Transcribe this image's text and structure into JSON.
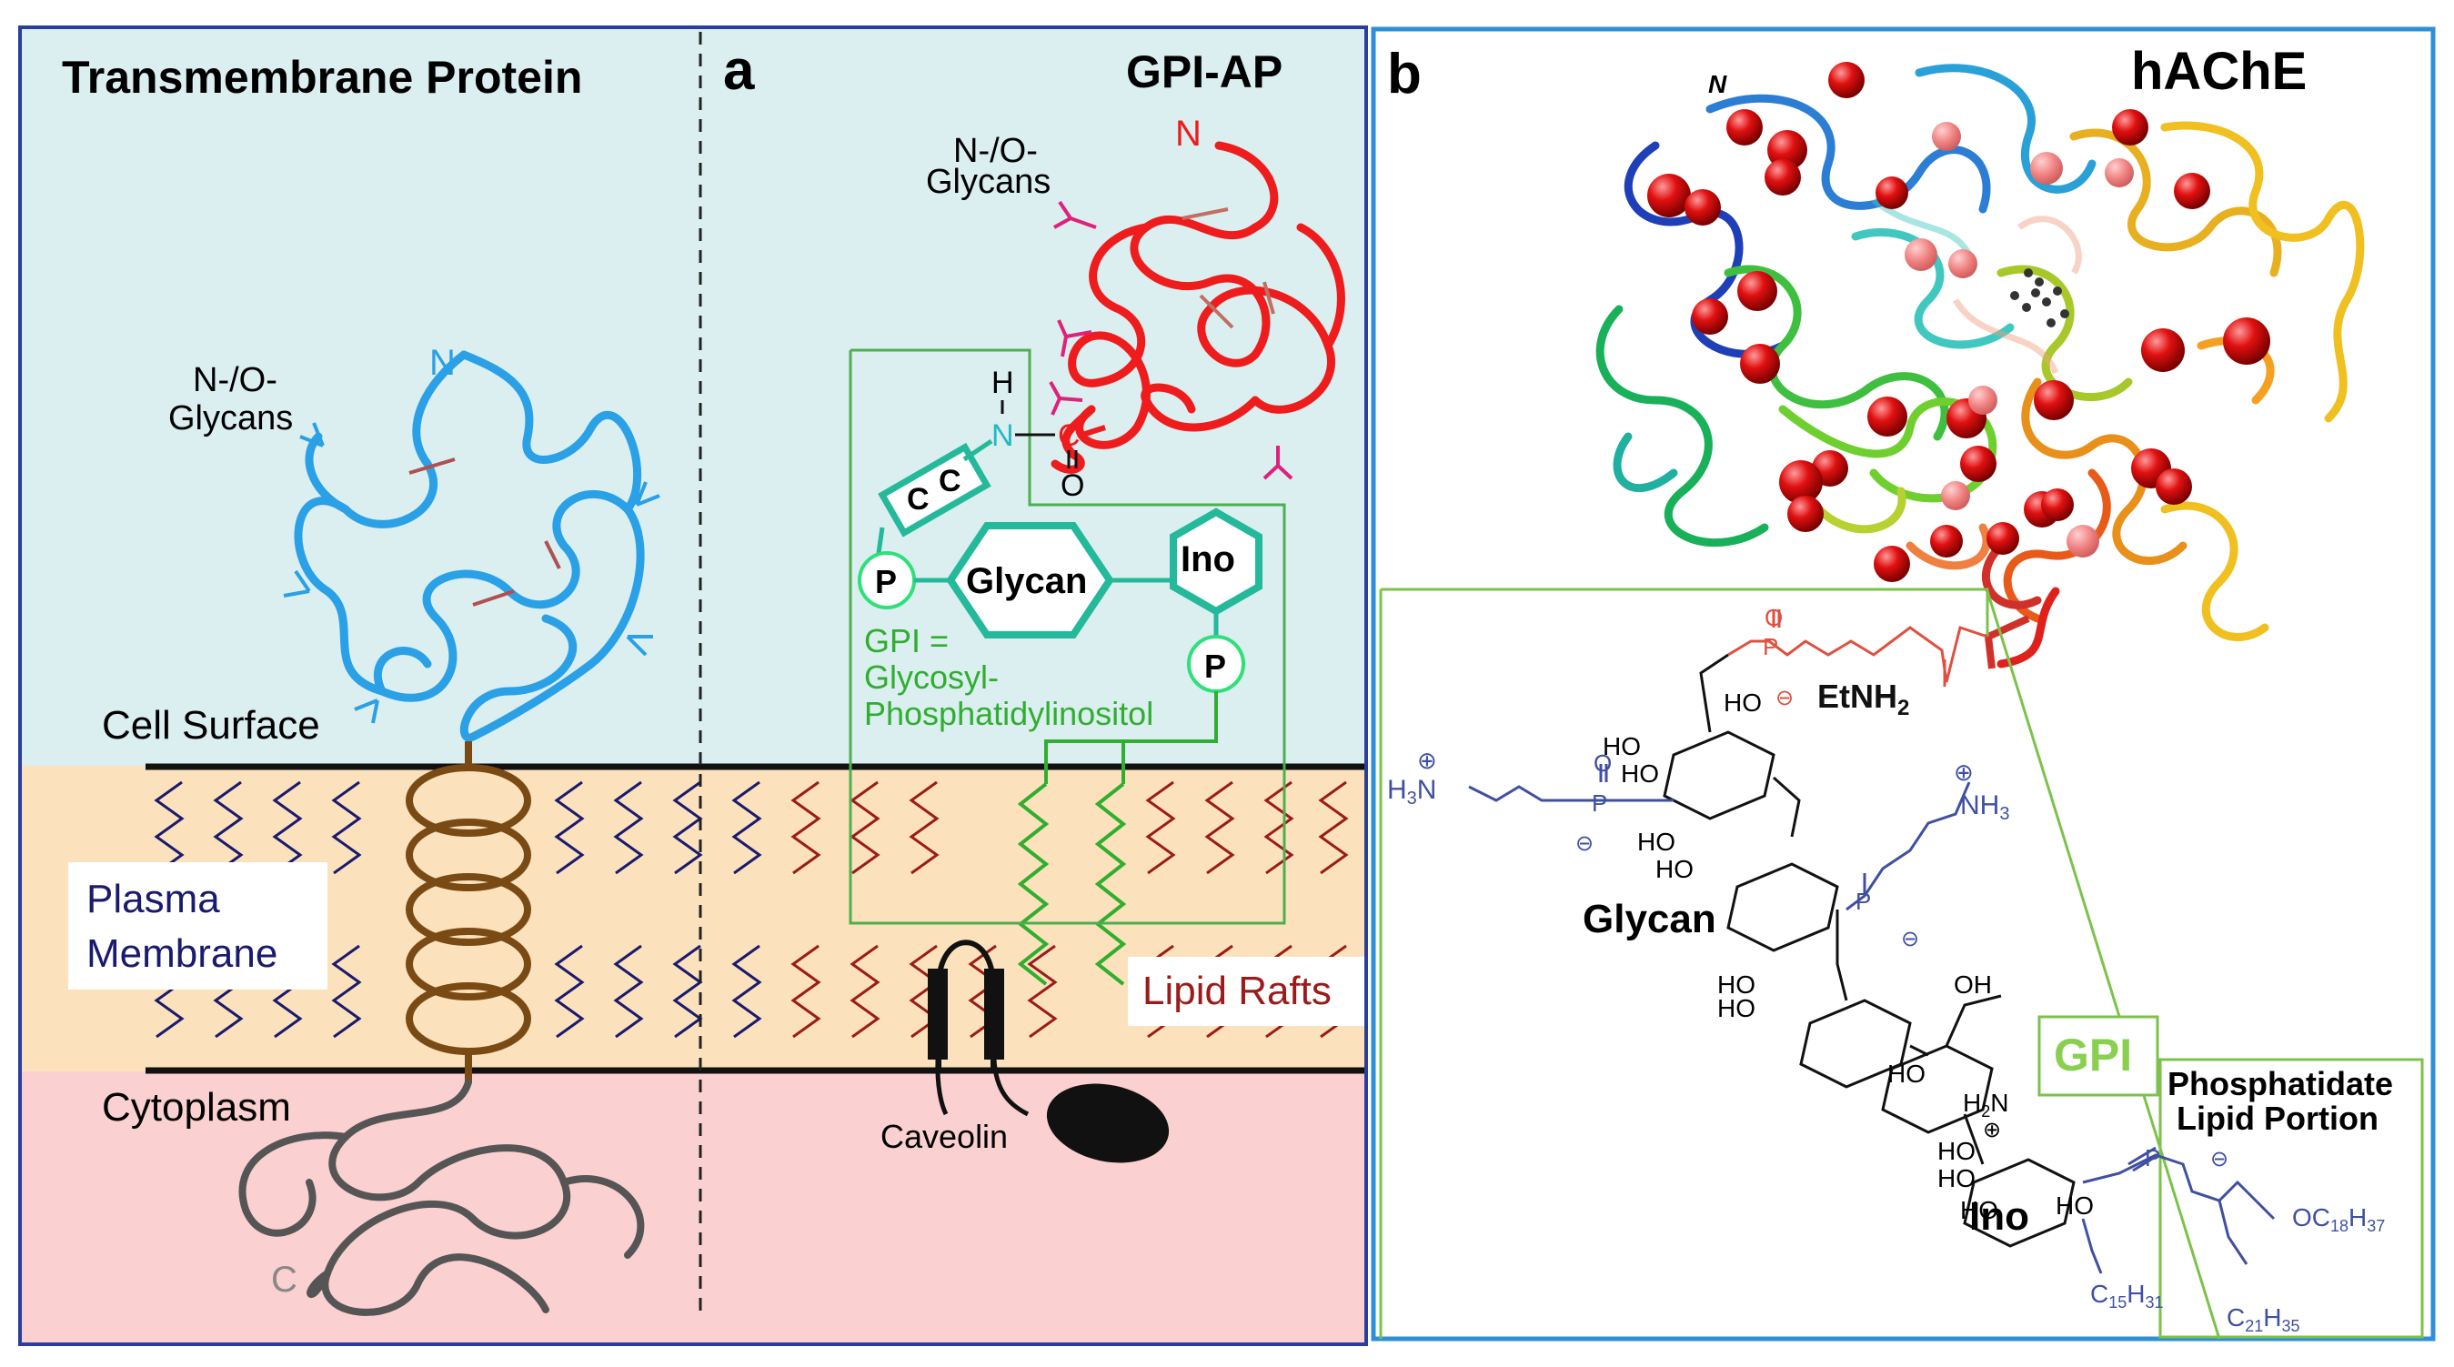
{
  "panel_a": {
    "panel_letter": "a",
    "transmembrane_title": "Transmembrane Protein",
    "gpiap_title": "GPI-AP",
    "glycans_label_1_line1": "N-/O-",
    "glycans_label_1_line2": "Glycans",
    "glycans_label_2_line1": "N-/O-",
    "glycans_label_2_line2": "Glycans",
    "n_terminus_tm": "N",
    "n_terminus_gpi": "N",
    "c_terminus": "C",
    "cell_surface": "Cell Surface",
    "plasma_line1": "Plasma",
    "plasma_line2": "Membrane",
    "cytoplasm": "Cytoplasm",
    "lipid_rafts": "Lipid Rafts",
    "caveolin": "Caveolin",
    "amide_h": "H",
    "amide_n": "N",
    "amide_c": "C",
    "amide_o": "O",
    "ethanolamine_c1": "C",
    "ethanolamine_c2": "C",
    "phosphate_1": "P",
    "phosphate_2": "P",
    "glycan_box": "Glycan",
    "ino_box": "Ino",
    "gpi_def_line1": "GPI =",
    "gpi_def_line2": "Glycosyl-",
    "gpi_def_line3": "Phosphatidylinositol"
  },
  "panel_b": {
    "panel_letter": "b",
    "title": "hAChE",
    "structure_n": "N",
    "glycan_label": "Glycan",
    "ino_label": "Ino",
    "gpi_label": "GPI",
    "phosphatidate_line1": "Phosphatidate",
    "phosphatidate_line2": "Lipid Portion",
    "etnh2": "EtNH",
    "etnh2_sub": "2",
    "h3n": "H",
    "h3n_sub": "3",
    "h3n_n": "N",
    "nh3": "NH",
    "nh3_sub": "3",
    "h2n": "H",
    "h2n_sub": "2",
    "h2n_n": "N",
    "oc18": "OC",
    "oc18_sub": "18",
    "oc18_h": "H",
    "oc18_hsub": "37",
    "c15": "C",
    "c15_sub": "15",
    "c15_h": "H",
    "c15_hsub": "31",
    "c21": "C",
    "c21_sub": "21",
    "c21_h": "H",
    "c21_hsub": "35",
    "ho": "HO",
    "oh": "OH",
    "p": "P",
    "o": "O",
    "plus": "⊕",
    "minus": "⊖"
  },
  "colors": {
    "extracellular": "#dbeef0",
    "membrane": "#fbe2bc",
    "cytoplasm": "#fbd0d0",
    "tm_protein": "#2aa0e6",
    "gpi_protein": "#ee1c1c",
    "glycan_pink": "#e0207a",
    "gpi_teal": "#23b99a",
    "gpi_green": "#2fae2f",
    "lipid_blue": "#1a1a6e",
    "lipid_red": "#9b1b1b",
    "cytoplasm_coil": "#555555",
    "helix_brown": "#7a4a14",
    "frame_a": "#2a3da0",
    "frame_b": "#2f8fd6",
    "gpi_box_green": "#7cc24a",
    "chem_red": "#e05040",
    "chem_blue": "#4050a0"
  }
}
